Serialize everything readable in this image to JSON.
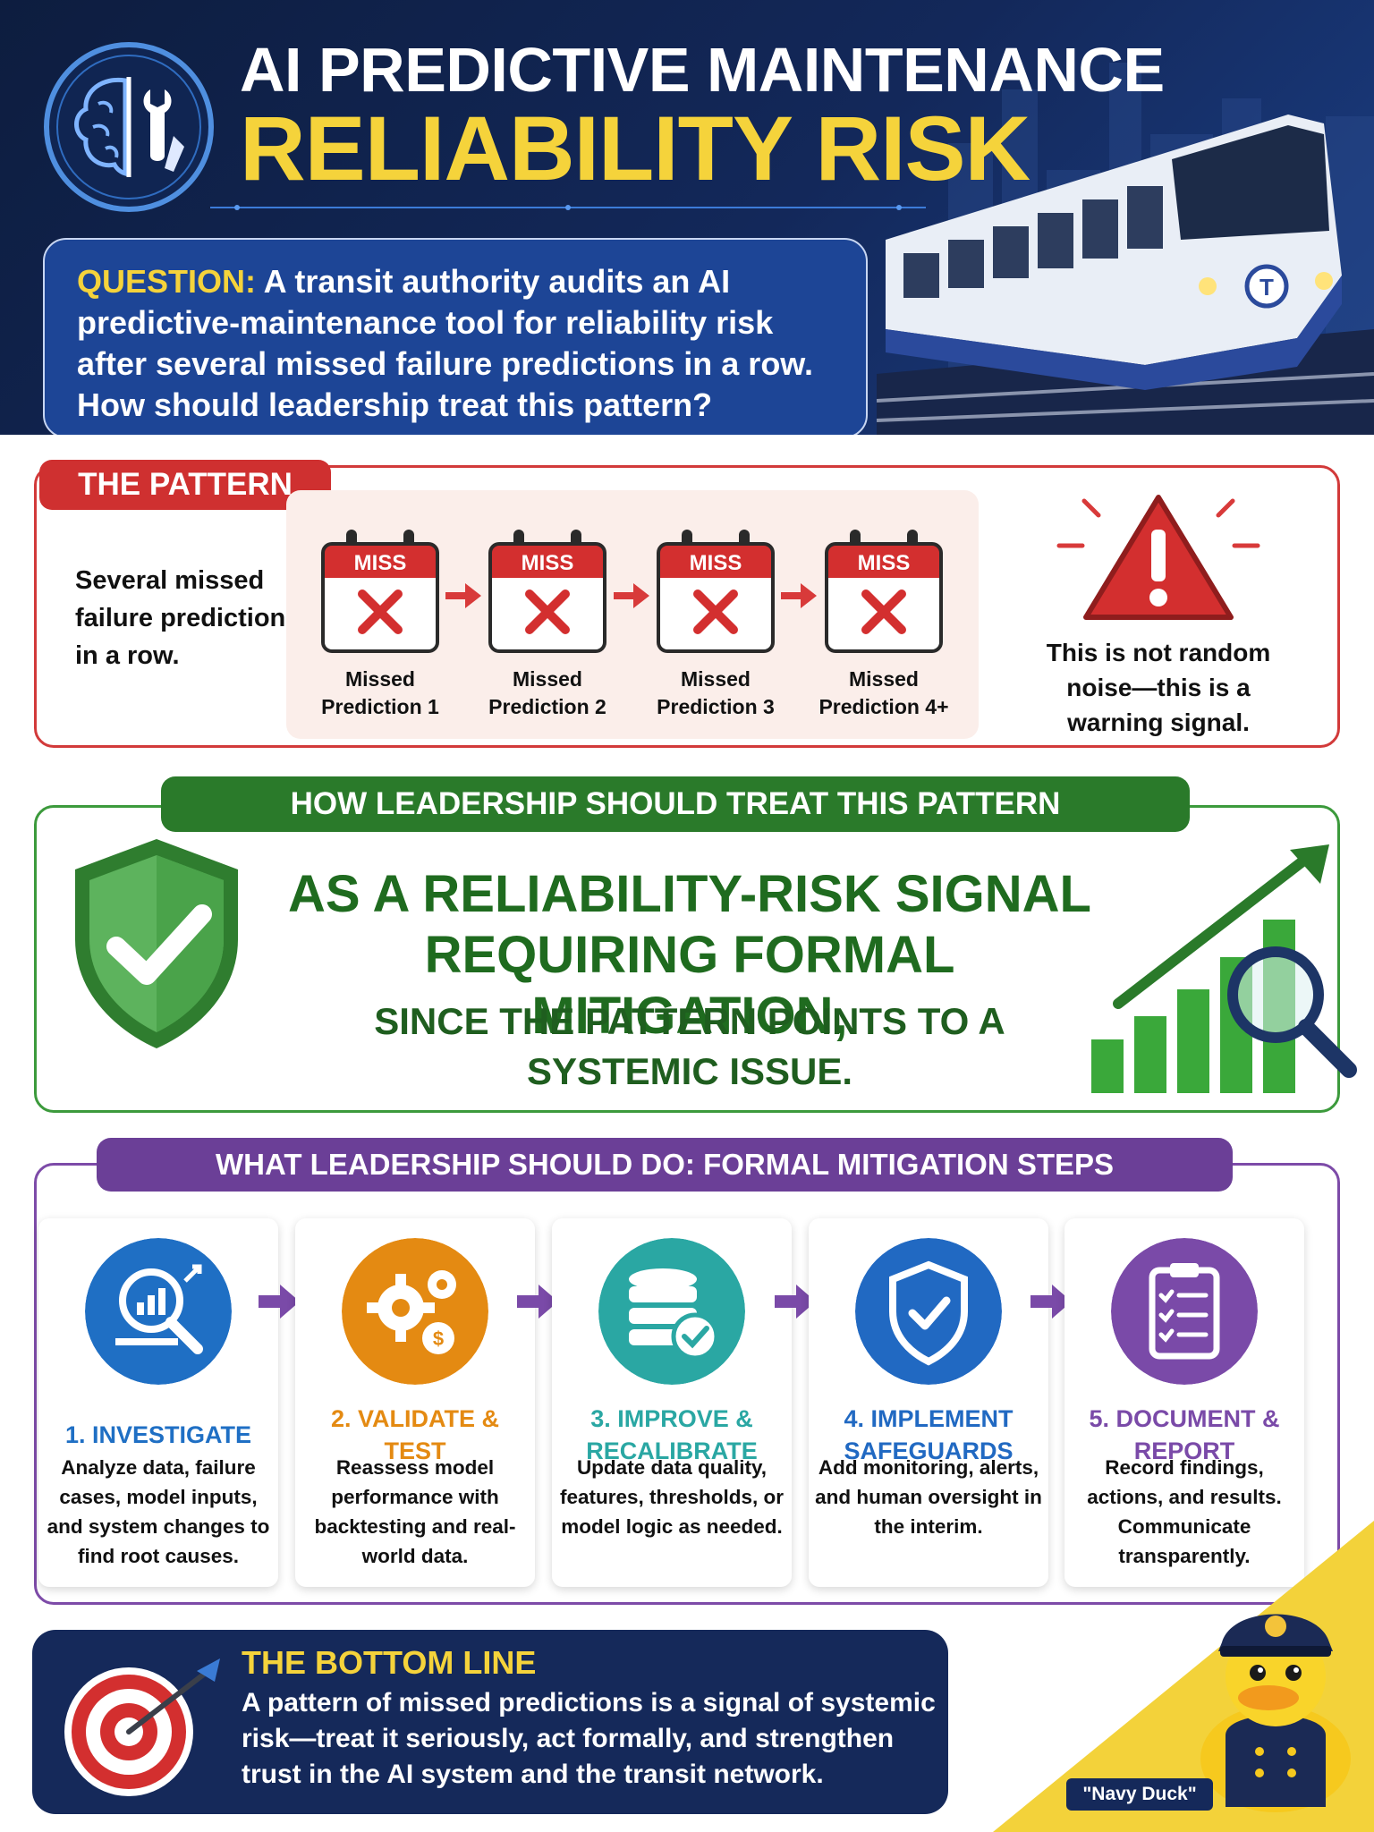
{
  "header": {
    "title_line1": "AI PREDICTIVE MAINTENANCE",
    "title_line2": "RELIABILITY RISK",
    "question_label": "QUESTION:",
    "question_text": " A transit authority audits an AI predictive-maintenance tool for reliability risk after several missed failure predictions in a row. How should leadership treat this pattern?",
    "train_logo_letter": "T"
  },
  "pattern": {
    "tab": "THE PATTERN",
    "description": "Several missed failure predictions in a row.",
    "calendar_label": "MISS",
    "items": [
      {
        "label1": "Missed",
        "label2": "Prediction 1"
      },
      {
        "label1": "Missed",
        "label2": "Prediction 2"
      },
      {
        "label1": "Missed",
        "label2": "Prediction 3"
      },
      {
        "label1": "Missed",
        "label2": "Prediction 4+"
      }
    ],
    "warning": "This is not random noise—this is a warning signal."
  },
  "treat": {
    "tab": "HOW LEADERSHIP SHOULD TREAT THIS PATTERN",
    "main_line1": "AS A RELIABILITY-RISK SIGNAL",
    "main_line2": "REQUIRING FORMAL MITIGATION,",
    "sub_line1": "SINCE THE PATTERN POINTS TO A",
    "sub_line2": "SYSTEMIC ISSUE."
  },
  "steps": {
    "tab": "WHAT LEADERSHIP SHOULD DO: FORMAL MITIGATION STEPS",
    "items": [
      {
        "title": "1. INVESTIGATE",
        "desc": "Analyze data, failure cases, model inputs, and system changes to find root causes.",
        "color": "#1f6fc4",
        "icon": "magnifier-chart-icon"
      },
      {
        "title": "2. VALIDATE & TEST",
        "desc": "Reassess model performance with backtesting and real-world data.",
        "color": "#e48a12",
        "icon": "gears-icon"
      },
      {
        "title": "3. IMPROVE & RECALIBRATE",
        "desc": "Update data quality, features, thresholds, or model logic as needed.",
        "color": "#2aa7a3",
        "icon": "database-check-icon"
      },
      {
        "title": "4. IMPLEMENT SAFEGUARDS",
        "desc": "Add monitoring, alerts, and human oversight in the interim.",
        "color": "#2169c2",
        "icon": "shield-check-icon"
      },
      {
        "title": "5. DOCUMENT & REPORT",
        "desc": "Record findings, actions, and results. Communicate transparently.",
        "color": "#7a4aa8",
        "icon": "clipboard-checklist-icon"
      }
    ]
  },
  "bottom": {
    "title": "THE BOTTOM LINE",
    "text": "A pattern of missed predictions is a signal of systemic risk—treat it seriously, act formally, and strengthen trust in the AI system and the transit network.",
    "mascot_caption": "\"Navy Duck\""
  },
  "colors": {
    "navy": "#15295a",
    "yellow": "#f5d33b",
    "red": "#cf3030",
    "green": "#2a7a2a",
    "purple": "#6b3f97"
  }
}
